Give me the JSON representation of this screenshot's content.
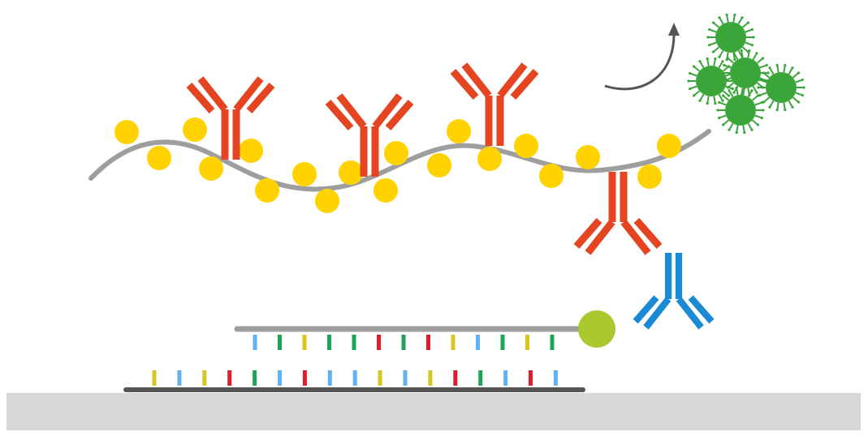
{
  "colors": {
    "background": "#ffffff",
    "surface": "#d7d7d7",
    "strand_gray": "#9e9e9e",
    "strand_dark": "#555555",
    "antigen_yellow": "#ffd200",
    "primary_antibody_red": "#e44520",
    "secondary_antibody_blue": "#1a8ad4",
    "dna_label_green": "#a9c92f",
    "virus_green": "#3aa63a",
    "arrow_gray": "#555555",
    "base_yellow": "#d6c61f",
    "base_blue": "#61b2f5",
    "base_red": "#e21b2d",
    "base_green": "#1fa35a"
  },
  "base_codes": {
    "Y": "base_yellow",
    "B": "base_blue",
    "R": "base_red",
    "G": "base_green"
  },
  "top_strand_bases": [
    "B",
    "G",
    "Y",
    "G",
    "G",
    "R",
    "G",
    "R",
    "Y",
    "B",
    "G",
    "Y",
    "G"
  ],
  "bottom_strand_bases": [
    "Y",
    "B",
    "Y",
    "R",
    "G",
    "B",
    "R",
    "B",
    "B",
    "Y",
    "B",
    "Y",
    "R",
    "G",
    "B",
    "R",
    "B"
  ],
  "icons": {
    "primary_antibody": "y-shaped-antibody-icon",
    "secondary_antibody": "y-shaped-antibody-icon",
    "virus": "virus-icon",
    "antigen": "circle-dot",
    "dna_label": "circle-dot",
    "arrow": "curved-arrow-icon"
  }
}
